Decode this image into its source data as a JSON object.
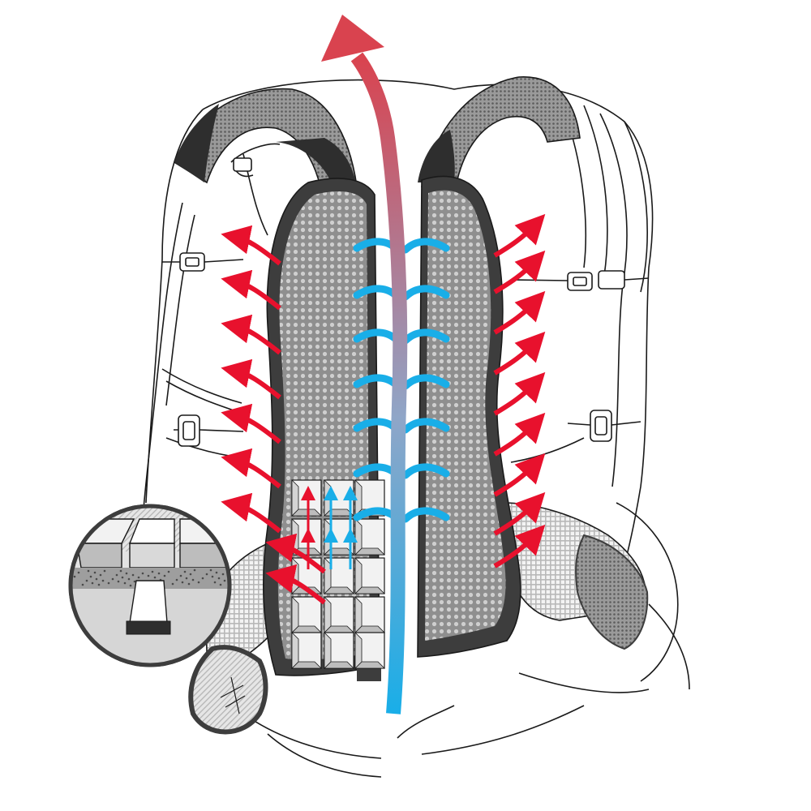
{
  "diagram": {
    "subject": "backpack-back-panel-ventilation",
    "colors": {
      "background": "#ffffff",
      "outline": "#1a1a1a",
      "pad_gray": "#8c8c8c",
      "pad_dark": "#3d3d3d",
      "strap_dark": "#2e2e2e",
      "mesh_light": "#d9d9d9",
      "hot_air": "#e8112d",
      "cool_air": "#19aee8",
      "exhaust_top": "#d9434f",
      "block_face": "#f2f2f2"
    },
    "airflow": {
      "central_channel_direction": "up",
      "left_exhaust_arrows": 9,
      "right_exhaust_arrows": 9,
      "inlet_arrows": 7,
      "block_up_arrows": 4
    },
    "inset": {
      "shows": "foam-block-cross-section"
    }
  }
}
